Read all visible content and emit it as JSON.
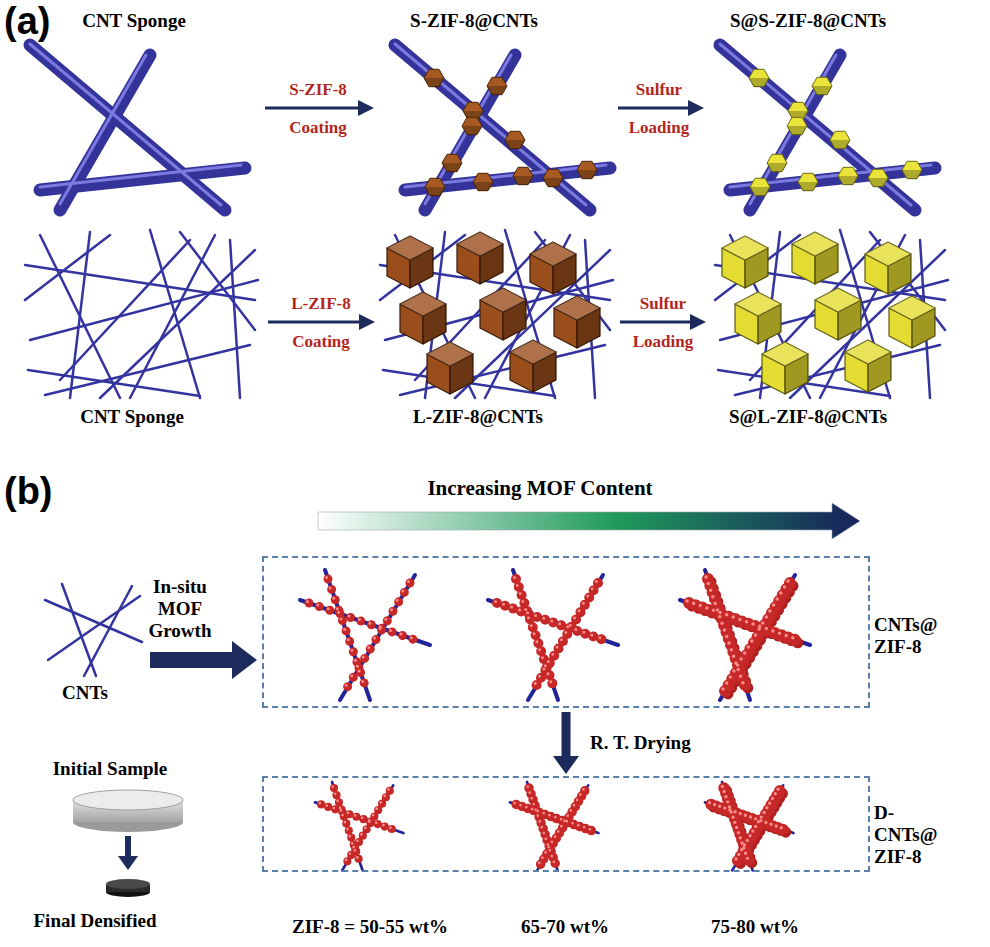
{
  "diagram": {
    "nodes": [
      {
        "text": [
          "CNTs@ ZIF-8"
        ]
      },
      {
        "text": [
          "D- CNTs@ ZIF-8"
        ]
      }
    ],
    "edges": [
      {
        "from": 0,
        "to": 1,
        "arrow": "to",
        "label": "R. T. Drying"
      }
    ],
    "labels": [
      "(a)",
      "CNT Sponge",
      "S-ZIF-8@CNTs",
      "S@S-ZIF-8@CNTs",
      "S-ZIF-8",
      "Coating",
      "Sulfur",
      "Loading",
      "L-ZIF-8",
      "Coating",
      "Sulfur",
      "Loading",
      "CNT Sponge",
      "L-ZIF-8@CNTs",
      "S@L-ZIF-8@CNTs",
      "(b)",
      "Increasing MOF Content",
      "In-situ MOF Growth",
      "CNTs",
      "Initial Sample",
      "Final Densified",
      "ZIF-8 = 50-55 wt%",
      "65-70 wt%",
      "75-80 wt%"
    ]
  }
}
